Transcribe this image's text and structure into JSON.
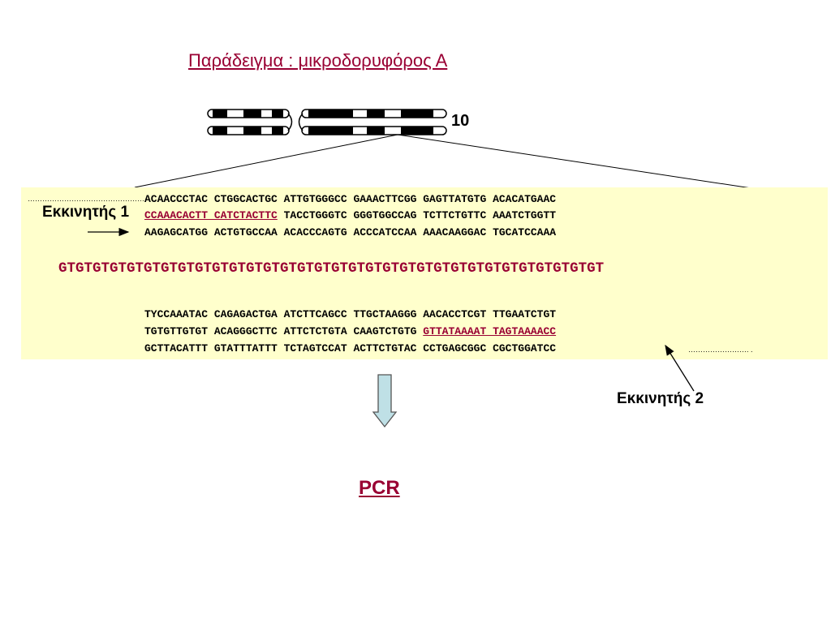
{
  "title": "Παράδειγμα : μικροδορυφόρος Α",
  "chromosome_label": "10",
  "flank_top": {
    "line1": "ACAACCCTAC CTGGCACTGC ATTGTGGGCC GAAACTTCGG GAGTTATGTG ACACATGAAC",
    "line2_primer": "CCAAACACTT CATCTACTTC",
    "line2_rest": " TACCTGGGTC GGGTGGCCAG TCTTCTGTTC AAATCTGGTT",
    "line3": "AAGAGCATGG ACTGTGCCAA ACACCCAGTG ACCCATCCAA AAACAAGGAC TGCATCCAAA"
  },
  "repeat": "GTGTGTGTGTGTGTGTGTGTGTGTGTGTGTGTGTGTGTGTGTGTGTGTGTGTGTGTGTGTGTGT",
  "flank_bottom": {
    "line1": "TYCCAAATAC CAGAGACTGA ATCTTCAGCC TTGCTAAGGG AACACCTCGT TTGAATCTGT",
    "line2_rest": "TGTGTTGTGT ACAGGGCTTC ATTCTCTGTA CAAGTCTGTG ",
    "line2_primer": "GTTATAAAAT TAGTAAAACC",
    "line3": "GCTTACATTT GTATTTATTT TCTAGTCCAT ACTTCTGTAC CCTGAGCGGC CGCTGGATCC"
  },
  "primer1_label": "Εκκινητής 1",
  "primer2_label": "Εκκινητής 2",
  "dots_left": "……………………………………………",
  "dots_right": "……………………. .",
  "result_label": "PCR",
  "colors": {
    "accent": "#990033",
    "panel": "#ffffcc",
    "arrow_fill": "#bfe0e6"
  }
}
